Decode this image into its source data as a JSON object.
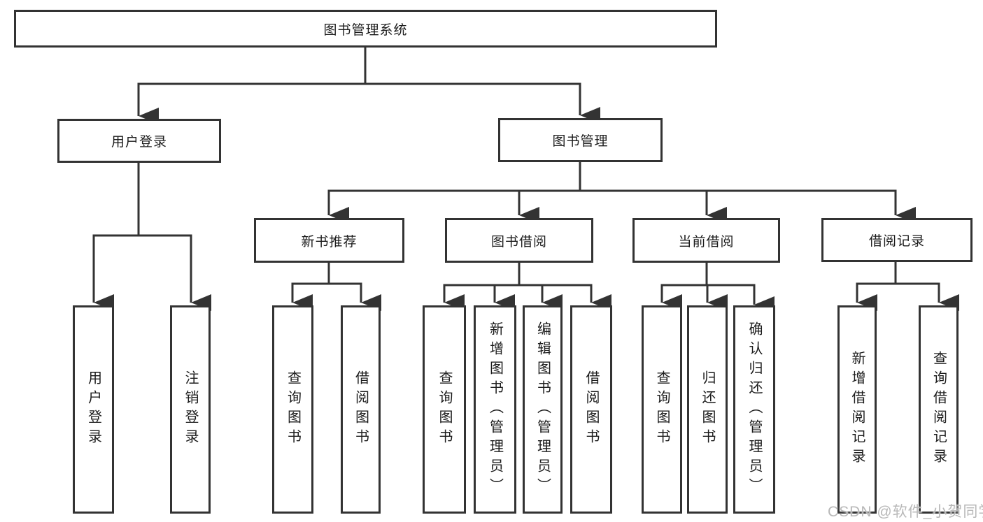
{
  "diagram": {
    "title": "图书管理系统",
    "colors": {
      "line": "#333333",
      "text": "#1c1c1c",
      "watermark": "#b8b8b8",
      "background": "#ffffff"
    },
    "nodes": {
      "root": "图书管理系统",
      "level2": [
        "用户登录",
        "图书管理"
      ],
      "level3": [
        "新书推荐",
        "图书借阅",
        "当前借阅",
        "借阅记录"
      ],
      "leaves": [
        "用户登录",
        "注销登录",
        "查询图书",
        "借阅图书",
        "查询图书",
        "新增图书（管理员）",
        "编辑图书（管理员）",
        "借阅图书",
        "查询图书",
        "归还图书",
        "确认归还（管理员）",
        "新增借阅记录",
        "查询借阅记录"
      ]
    },
    "watermark": "CSDN @软件_小贺同学"
  }
}
